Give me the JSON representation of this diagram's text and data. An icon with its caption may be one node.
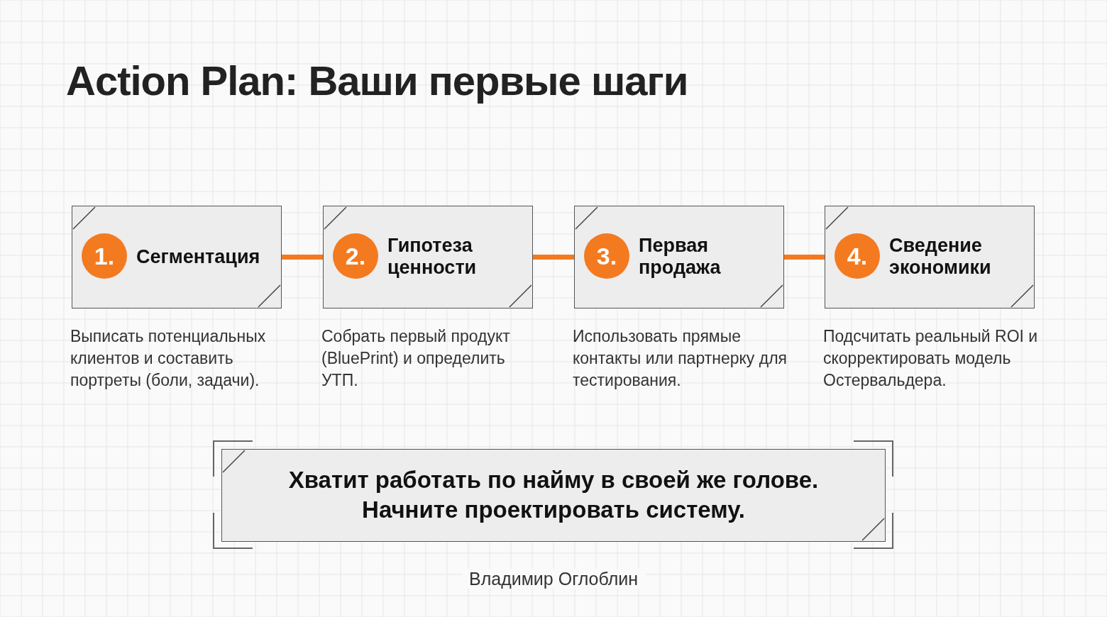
{
  "diagram": {
    "title": "Action Plan: Ваши первые шаги",
    "nodes": [
      {
        "text": [
          "1.",
          "Сегментация"
        ],
        "beside": [
          "Выписать потенциальных клиентов и составить портреты (боли, задачи)."
        ]
      },
      {
        "text": [
          "2.",
          "Гипотеза ценности"
        ],
        "beside": [
          "Собрать первый продукт (BluePrint) и определить УТП."
        ]
      },
      {
        "text": [
          "3.",
          "Первая продажа"
        ],
        "beside": [
          "Использовать прямые контакты или партнерку для тестирования."
        ]
      },
      {
        "text": [
          "4.",
          "Сведение экономики"
        ],
        "beside": [
          "Подсчитать реальный ROI и скорректировать модель Остервальдера."
        ]
      },
      {
        "text": [
          "Хватит работать по найму в своей же голове.",
          "Начните проектировать систему."
        ]
      }
    ],
    "edges": [
      {
        "from": 0,
        "to": 1,
        "arrow": "none"
      },
      {
        "from": 1,
        "to": 2,
        "arrow": "none"
      },
      {
        "from": 2,
        "to": 3,
        "arrow": "none"
      }
    ],
    "labels": [
      "Владимир Оглоблин"
    ]
  }
}
